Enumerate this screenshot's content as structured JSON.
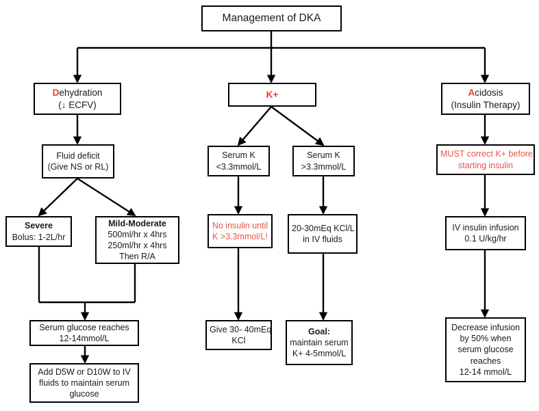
{
  "document": {
    "type": "clinical-flowchart",
    "title": "Management of DKA"
  },
  "nodes": {
    "title": {
      "text": "Management of DKA"
    },
    "branch_dehydration": {
      "accent": "D",
      "rest": "ehydration",
      "line2": "(↓ ECFV)"
    },
    "branch_potassium": {
      "text": "K+"
    },
    "branch_acidosis": {
      "accent": "A",
      "rest": "cidosis",
      "line2": "(Insulin Therapy)"
    },
    "fluid_deficit": {
      "line1": "Fluid deficit",
      "line2": "(Give NS or RL)"
    },
    "severe": {
      "heading": "Severe",
      "line2": "Bolus: 1-2L/hr"
    },
    "mild_moderate": {
      "heading": "Mild-Moderate",
      "line2": "500ml/hr x 4hrs",
      "line3": "250ml/hr x 4hrs",
      "line4": "Then R/A"
    },
    "serum_glucose_reaches": {
      "text": "Serum glucose reaches 12-14mmol/L"
    },
    "add_dextrose": {
      "text": "Add D5W or D10W to IV fluids to maintain serum glucose"
    },
    "serum_k_low": {
      "line1": "Serum K",
      "line2": "<3.3mmol/L"
    },
    "serum_k_high": {
      "line1": "Serum K",
      "line2": ">3.3mmol/L"
    },
    "no_insulin_warning": {
      "line1": "No insulin until",
      "line2": "K >3.3mmol/L!"
    },
    "kcl_in_fluids": {
      "line1": "20-30mEq KCl/L",
      "line2": "in IV fluids"
    },
    "give_kcl": {
      "line1": "Give 30- 40mEq",
      "line2": "KCl"
    },
    "goal_k": {
      "heading": "Goal:",
      "line2": "maintain serum",
      "line3": "K+ 4-5mmol/L"
    },
    "must_correct_k": {
      "line1": "MUST correct K+ before",
      "line2": "starting insulin"
    },
    "iv_insulin_infusion": {
      "line1": "IV insulin infusion",
      "line2": "0.1 U/kg/hr"
    },
    "decrease_infusion": {
      "line1": "Decrease infusion",
      "line2": "by 50% when",
      "line3": "serum glucose",
      "line4": "reaches",
      "line5": "12-14 mmol/L"
    }
  },
  "colors": {
    "accent_red": "#e03c31",
    "warning_red": "#e8534a",
    "border": "#000000",
    "text": "#1a1a1a",
    "background": "#ffffff"
  }
}
